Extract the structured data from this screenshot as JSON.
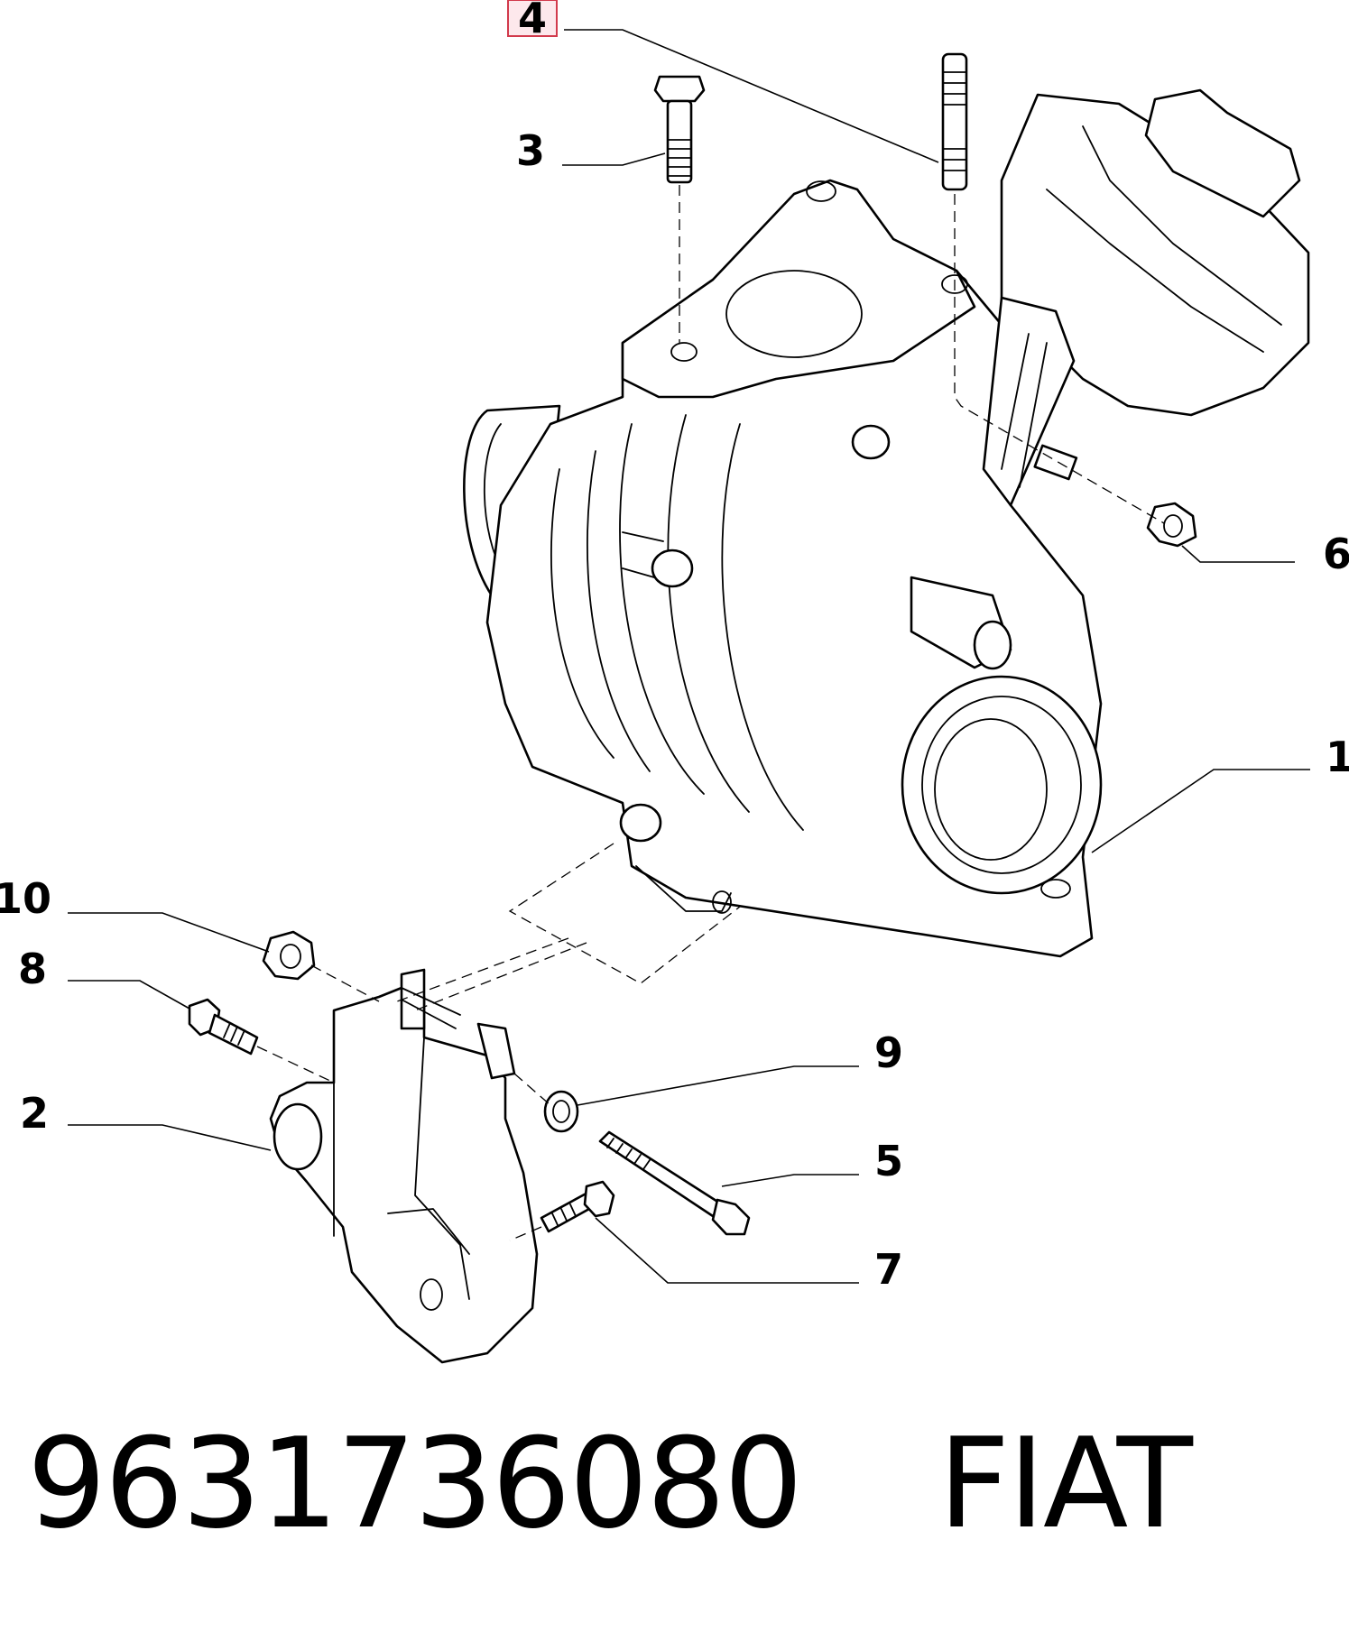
{
  "callouts": {
    "c1": "1",
    "c2": "2",
    "c3": "3",
    "c4": "4",
    "c5": "5",
    "c6": "6",
    "c7": "7",
    "c8": "8",
    "c9": "9",
    "c10": "10"
  },
  "highlighted_callout": "4",
  "colors": {
    "highlight_fill": "#fde8ec",
    "highlight_stroke": "#d23a4c",
    "line": "#000000"
  },
  "footer": {
    "part_number": "9631736080",
    "brand": "FIAT"
  }
}
